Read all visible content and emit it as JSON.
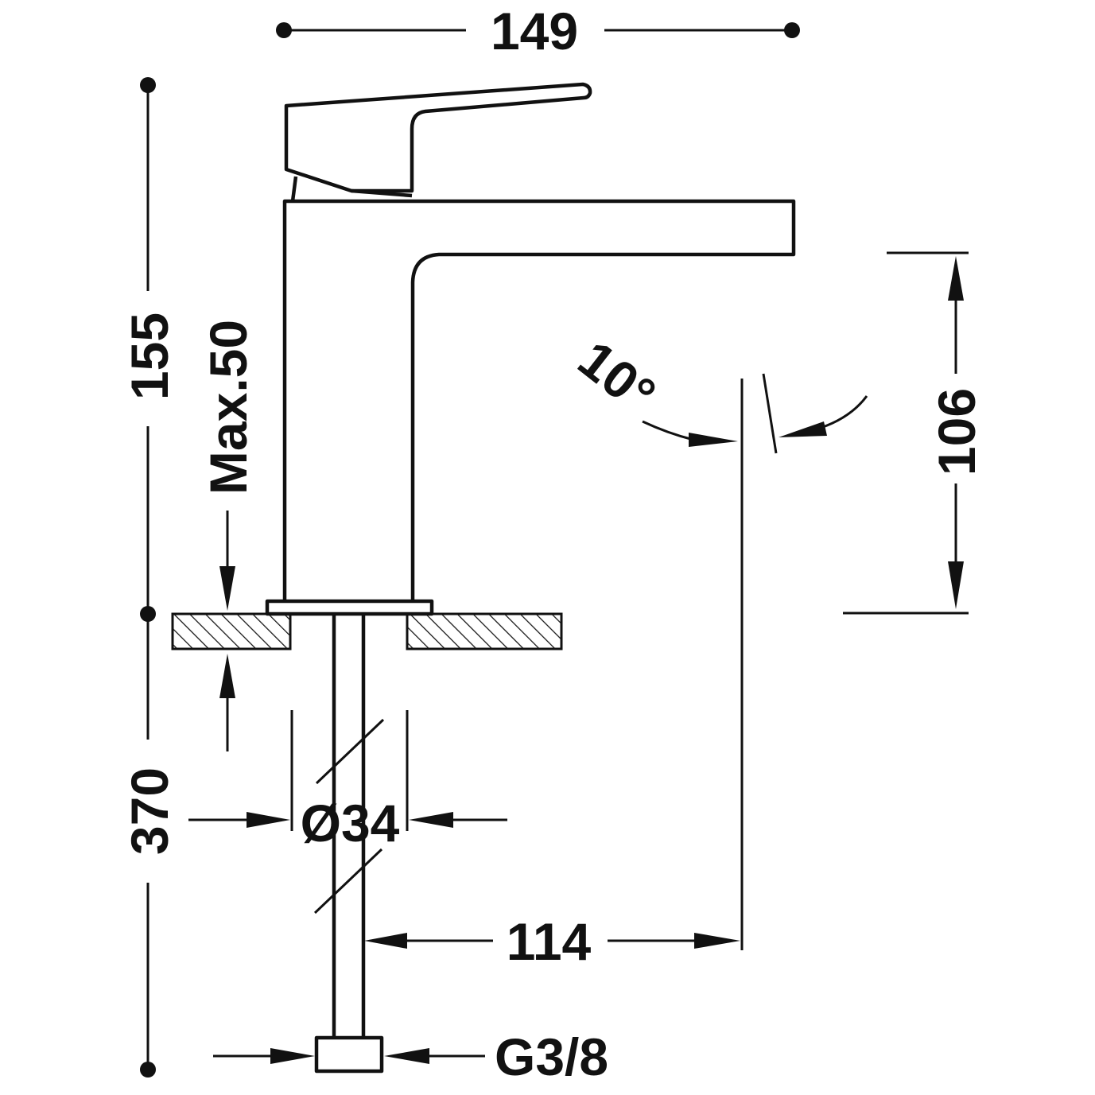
{
  "dimensions": {
    "width_149": "149",
    "height_155": "155",
    "max_50": "Max.50",
    "spout_106": "106",
    "angle_10": "10°",
    "hose_370": "370",
    "diameter_34": "Ø34",
    "reach_114": "114",
    "thread_g38": "G3/8"
  },
  "colors": {
    "ink": "#111111",
    "background": "#ffffff"
  }
}
